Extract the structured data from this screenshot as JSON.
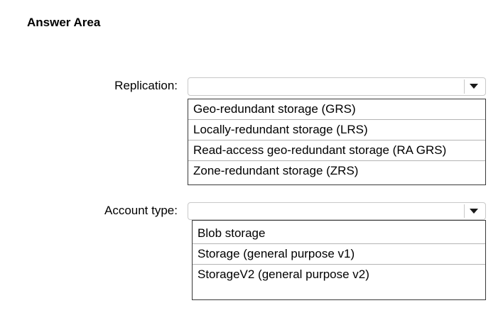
{
  "answer_area": {
    "title": "Answer Area"
  },
  "replication": {
    "label": "Replication:",
    "selected_value": "",
    "options": [
      "Geo-redundant storage (GRS)",
      "Locally-redundant storage (LRS)",
      "Read-access geo-redundant storage (RA GRS)",
      "Zone-redundant storage (ZRS)"
    ]
  },
  "account_type": {
    "label": "Account type:",
    "selected_value": "",
    "options": [
      "Blob storage",
      "Storage (general purpose v1)",
      "StorageV2 (general purpose v2)"
    ]
  },
  "icons": {
    "dropdown_arrow": "caret-down-icon"
  },
  "colors": {
    "border": "#3a3a3a",
    "dropdown_border": "#c8c8c8",
    "divider": "#b4b4b4"
  }
}
